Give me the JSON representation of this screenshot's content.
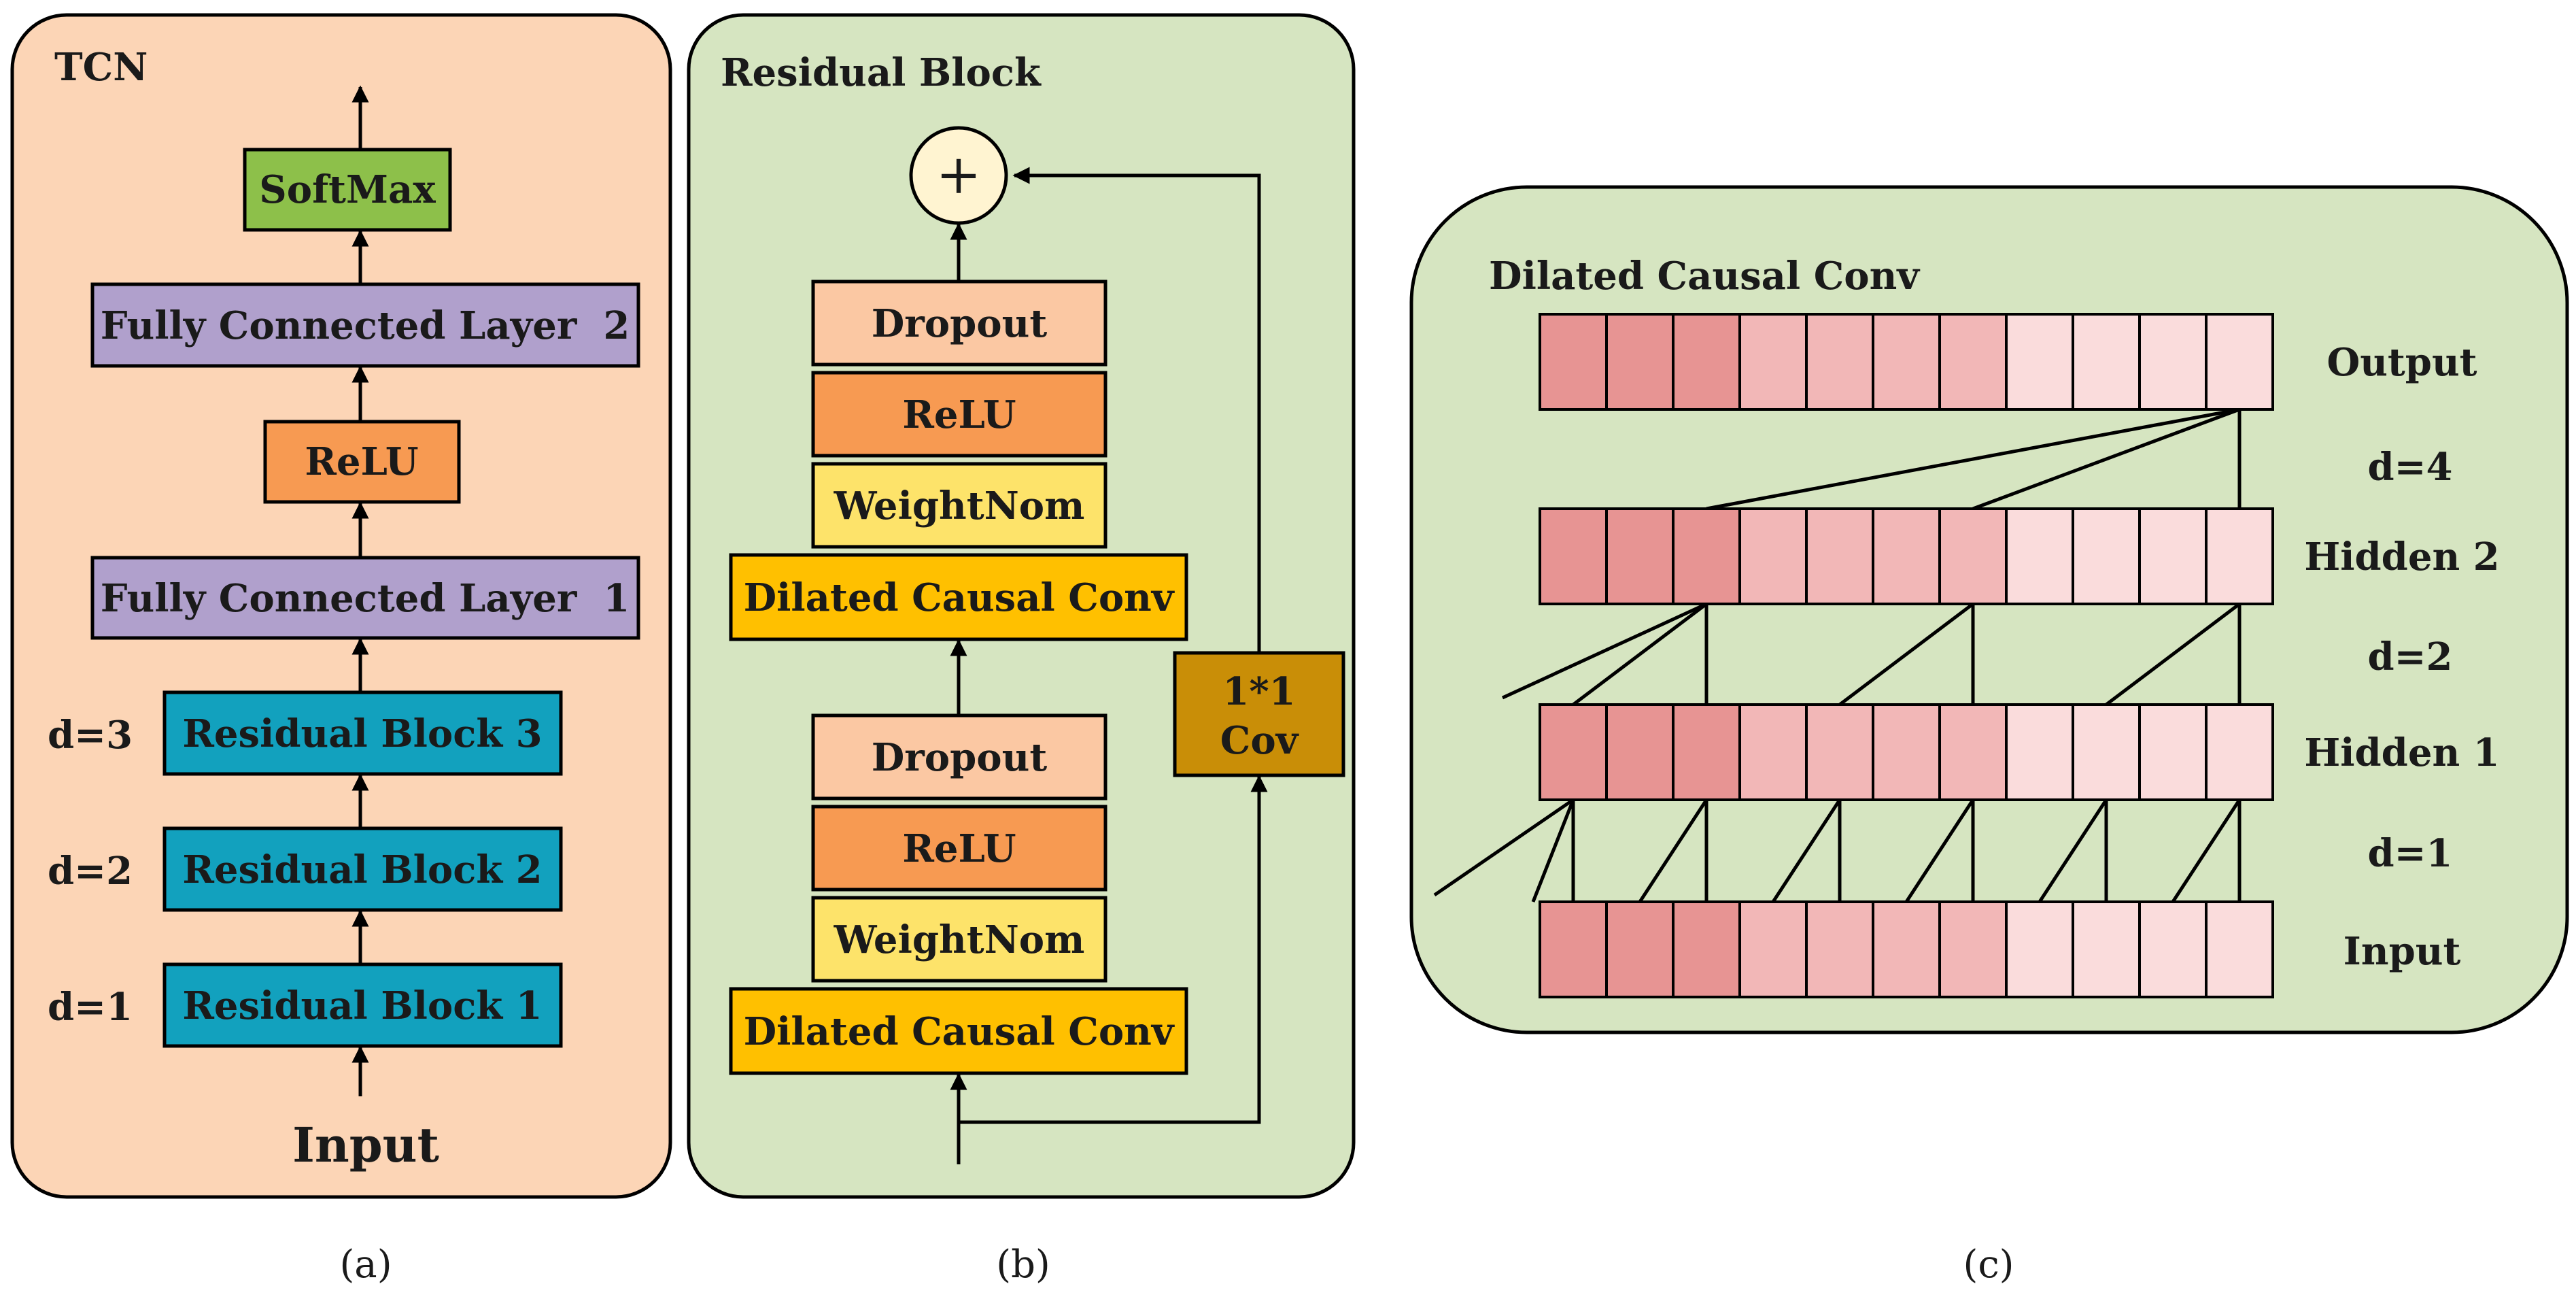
{
  "colors": {
    "panel_a_bg": "#fcd5b6",
    "panel_green_bg": "#d6e5c1",
    "softmax": "#8dc04a",
    "fully_connected": "#b0a0cc",
    "relu": "#f79a52",
    "residual_block": "#12a1be",
    "dropout": "#fbc8a3",
    "weightnorm": "#fde36a",
    "dilated_conv": "#ffc000",
    "conv1x1": "#c98e07",
    "adder_fill": "#fff4d1",
    "cell_dark": "#e79493",
    "cell_mid": "#f2b7b7",
    "cell_light": "#fadcdc"
  },
  "panel_a": {
    "title": "TCN",
    "caption": "(a)",
    "input_label": "Input",
    "blocks": {
      "softmax": "SoftMax",
      "fc2": "Fully Connected Layer  2",
      "relu": "ReLU",
      "fc1": "Fully Connected Layer  1",
      "res3": "Residual Block 3",
      "res2": "Residual Block 2",
      "res1": "Residual Block 1"
    },
    "dilations": {
      "res3": "d=3",
      "res2": "d=2",
      "res1": "d=1"
    }
  },
  "panel_b": {
    "title": "Residual Block",
    "caption": "(b)",
    "adder_symbol": "+",
    "upper": {
      "dropout": "Dropout",
      "relu": "ReLU",
      "weightnorm": "WeightNom",
      "conv": "Dilated Causal Conv"
    },
    "lower": {
      "dropout": "Dropout",
      "relu": "ReLU",
      "weightnorm": "WeightNom",
      "conv": "Dilated Causal Conv"
    },
    "skip_conv": {
      "line1": "1*1",
      "line2": "Cov"
    }
  },
  "panel_c": {
    "title": "Dilated Causal Conv",
    "caption": "(c)",
    "cells_per_row": 11,
    "cell_shades": [
      "dark",
      "dark",
      "dark",
      "mid",
      "mid",
      "mid",
      "mid",
      "light",
      "light",
      "light",
      "light"
    ],
    "rows": {
      "output": "Output",
      "hidden2": "Hidden 2",
      "hidden1": "Hidden 1",
      "input": "Input"
    },
    "dilations": {
      "top": "d=4",
      "middle": "d=2",
      "bottom": "d=1"
    }
  }
}
